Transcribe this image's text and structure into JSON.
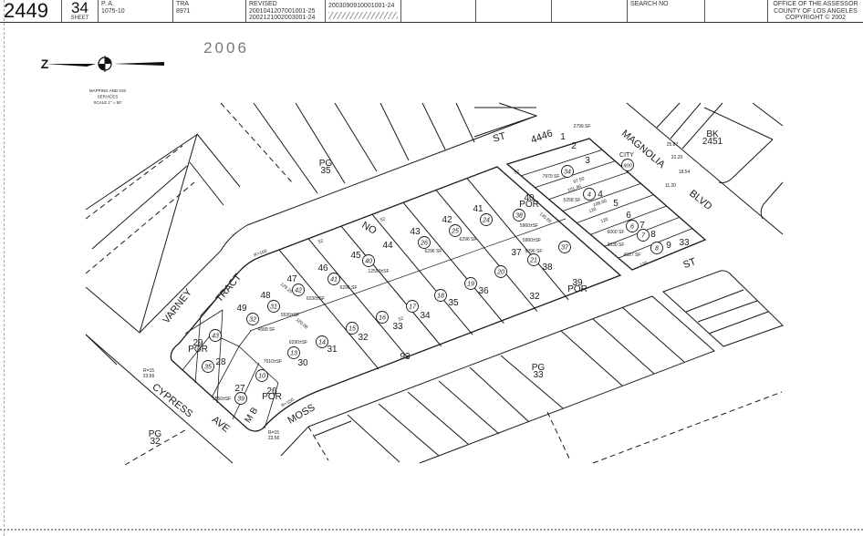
{
  "header": {
    "book": "2449",
    "sheet_num": "34",
    "sheet_label": "SHEET",
    "pa_label": "P. A.",
    "pa_value": "1075-10",
    "tra_label": "TRA",
    "tra_value": "8971",
    "revised_label": "REVISED",
    "revised": [
      "2001041207001001-25",
      "2002121002003001-24"
    ],
    "revised_next": "2003090910001001-24",
    "search_label": "SEARCH NO",
    "office": [
      "OFFICE OF THE ASSESSOR",
      "COUNTY OF LOS ANGELES",
      "COPYRIGHT © 2002"
    ]
  },
  "annotation_year": "2006",
  "north_arrow": {
    "letter": "Z",
    "icon": "north-arrow-icon"
  },
  "mapping_note": [
    "MAPPING AND GIS",
    "SERVICES",
    "SCALE 1\" = 50'"
  ],
  "book_label": "4446",
  "page_refs": [
    [
      "PG",
      "35"
    ],
    [
      "PG",
      "33"
    ],
    [
      "PG",
      "32"
    ],
    [
      "BK",
      "2451"
    ]
  ],
  "streets": [
    "VARNEY",
    "TRACT",
    "NO",
    "ST",
    "MAGNOLIA",
    "BLVD",
    "ST",
    "CYPRESS",
    "AVE",
    "MOSS",
    "M B"
  ],
  "lots": [
    "44",
    "45",
    "46",
    "47",
    "48",
    "49",
    "43",
    "42",
    "41",
    "40",
    "POR",
    "39",
    "POR",
    "38",
    "37",
    "36",
    "35",
    "34",
    "33",
    "32",
    "31",
    "30",
    "93",
    "32",
    "29",
    "POR",
    "28",
    "27",
    "26",
    "POR",
    "1",
    "2",
    "3",
    "4",
    "5",
    "6",
    "7",
    "8",
    "9",
    "33",
    "CITY"
  ],
  "parcels": [
    "26",
    "25",
    "24",
    "38",
    "21",
    "37",
    "20",
    "19",
    "18",
    "17",
    "16",
    "15",
    "14",
    "13",
    "10",
    "39",
    "35",
    "43",
    "32",
    "31",
    "42",
    "41",
    "40",
    "34",
    "4",
    "6",
    "7",
    "8",
    "900"
  ],
  "areas": [
    "6296 SF",
    "6296 SF",
    "5960±SF",
    "5960±SF",
    "6296 SF",
    "12590±SF",
    "6296 SF",
    "6230±SF",
    "5530±SF",
    "4589 SF",
    "6290±SF",
    "7010±SF",
    "5550±SF",
    "7979 SF",
    "5258 SF",
    "6000 SF",
    "3030 SF",
    "4027 SF",
    "2799 SF"
  ],
  "dimensions": [
    "52",
    "52",
    "52",
    "52",
    "R=100",
    "R=15",
    "23.56",
    "R=15",
    "23.56",
    "R=150",
    "135.65",
    "129.25",
    "120.86",
    "101.46",
    "108.60",
    "97.50",
    "120",
    "120",
    "120",
    "11.20",
    "18.54",
    "22.20",
    "25.87"
  ],
  "colors": {
    "ink": "#1a1a1a",
    "paper": "#ffffff",
    "pencil": "#777777"
  }
}
